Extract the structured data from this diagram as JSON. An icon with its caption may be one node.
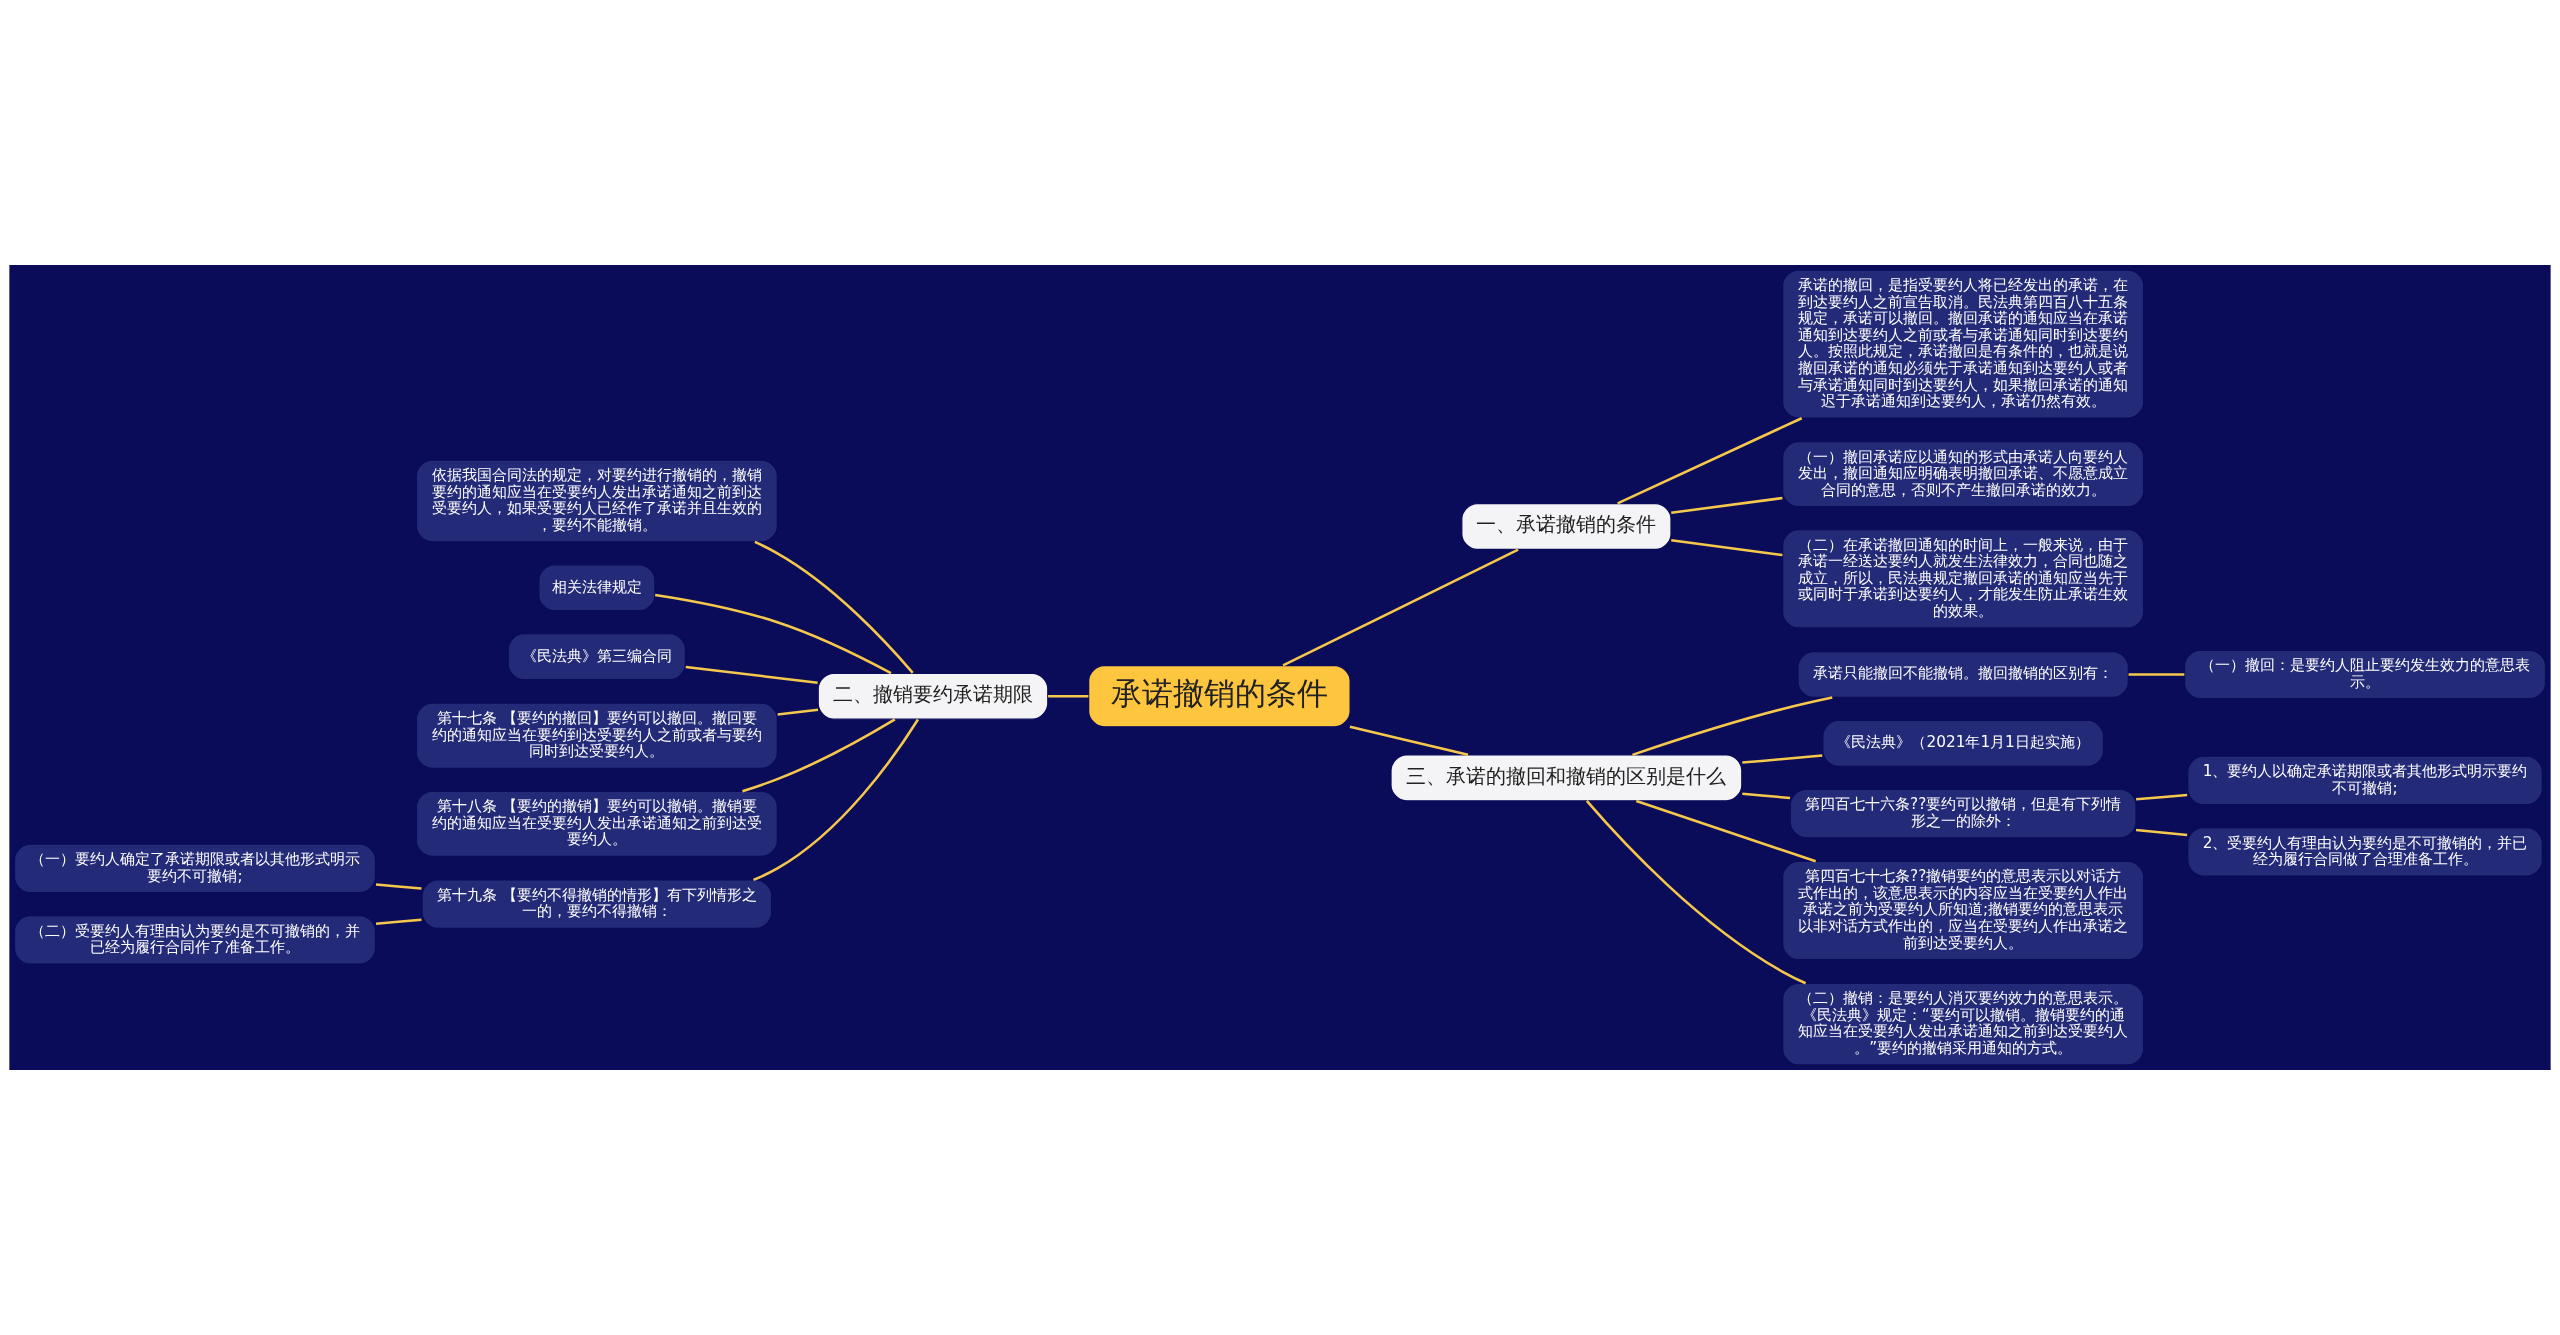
{
  "diagram": {
    "nodes": [
      {
        "text": [
          "承诺撤销的条件"
        ]
      },
      {
        "text": [
          "一、承诺撤销的条件"
        ]
      },
      {
        "text": [
          "承诺的撤回，是指受要约人将已经发出的承诺，在到达要约人之前宣告取消。民法典第四百八十五条规定，承诺可以撤回。撤回承诺的通知应当在承诺通知到达要约人之前或者与承诺通知同时到达要约人。按照此规定，承诺撤回是有条件的，也就是说撤回承诺的通知必须先于承诺通知到达要约人或者与承诺通知同时到达要约人，如果撤回承诺的通知迟于承诺通知到达要约人，承诺仍然有效。"
        ]
      },
      {
        "text": [
          "（一）撤回承诺应以通知的形式由承诺人向要约人发出，撤回通知应明确表明撤回承诺、不愿意成立合同的意思，否则不产生撤回承诺的效力。"
        ]
      },
      {
        "text": [
          "（二）在承诺撤回通知的时间上，一般来说，由于承诺一经送达要约人就发生法律效力，合同也随之成立，所以，民法典规定撤回承诺的通知应当先于或同时于承诺到达要约人，才能发生防止承诺生效的效果。"
        ]
      },
      {
        "text": [
          "二、撤销要约承诺期限"
        ]
      },
      {
        "text": [
          "依据我国合同法的规定，对要约进行撤销的，撤销要约的通知应当在受要约人发出承诺通知之前到达受要约人，如果受要约人已经作了承诺并且生效的，要约不能撤销。"
        ]
      },
      {
        "text": [
          "相关法律规定"
        ]
      },
      {
        "text": [
          "《民法典》第三编合同"
        ]
      },
      {
        "text": [
          "第十七条 【要约的撤回】要约可以撤回。撤回要约的通知应当在要约到达受要约人之前或者与要约同时到达受要约人。"
        ]
      },
      {
        "text": [
          "第十八条 【要约的撤销】要约可以撤销。撤销要约的通知应当在受要约人发出承诺通知之前到达受要约人。"
        ]
      },
      {
        "text": [
          "第十九条 【要约不得撤销的情形】有下列情形之一的，要约不得撤销："
        ]
      },
      {
        "text": [
          "（一）要约人确定了承诺期限或者以其他形式明示要约不可撤销;"
        ]
      },
      {
        "text": [
          "（二）受要约人有理由认为要约是不可撤销的，并已经为履行合同作了准备工作。"
        ]
      },
      {
        "text": [
          "三、承诺的撤回和撤销的区别是什么"
        ]
      },
      {
        "text": [
          "承诺只能撤回不能撤销。撤回撤销的区别有："
        ]
      },
      {
        "text": [
          "（一）撤回：是要约人阻止要约发生效力的意思表示。"
        ]
      },
      {
        "text": [
          "《民法典》（2021年1月1日起实施）"
        ]
      },
      {
        "text": [
          "第四百七十六条??要约可以撤销，但是有下列情形之一的除外："
        ]
      },
      {
        "text": [
          "1、要约人以确定承诺期限或者其他形式明示要约不可撤销;"
        ]
      },
      {
        "text": [
          "2、受要约人有理由认为要约是不可撤销的，并已经为履行合同做了合理准备工作。"
        ]
      },
      {
        "text": [
          "第四百七十七条??撤销要约的意思表示以对话方式作出的，该意思表示的内容应当在受要约人作出承诺之前为受要约人所知道;撤销要约的意思表示以非对话方式作出的，应当在受要约人作出承诺之前到达受要约人。"
        ]
      },
      {
        "text": [
          "（二）撤销：是要约人消灭要约效力的意思表示。《民法典》规定：“要约可以撤销。撤销要约的通知应当在受要约人发出承诺通知之前到达受要约人。”要约的撤销采用通知的方式。"
        ]
      }
    ],
    "edges": [
      {
        "from": 0,
        "to": 1,
        "arrow": "none"
      },
      {
        "from": 1,
        "to": 2,
        "arrow": "none"
      },
      {
        "from": 1,
        "to": 3,
        "arrow": "none"
      },
      {
        "from": 1,
        "to": 4,
        "arrow": "none"
      },
      {
        "from": 0,
        "to": 5,
        "arrow": "none"
      },
      {
        "from": 5,
        "to": 6,
        "arrow": "none"
      },
      {
        "from": 5,
        "to": 7,
        "arrow": "none"
      },
      {
        "from": 5,
        "to": 8,
        "arrow": "none"
      },
      {
        "from": 5,
        "to": 9,
        "arrow": "none"
      },
      {
        "from": 5,
        "to": 10,
        "arrow": "none"
      },
      {
        "from": 5,
        "to": 11,
        "arrow": "none"
      },
      {
        "from": 11,
        "to": 12,
        "arrow": "none"
      },
      {
        "from": 11,
        "to": 13,
        "arrow": "none"
      },
      {
        "from": 0,
        "to": 14,
        "arrow": "none"
      },
      {
        "from": 14,
        "to": 15,
        "arrow": "none"
      },
      {
        "from": 15,
        "to": 16,
        "arrow": "none"
      },
      {
        "from": 14,
        "to": 17,
        "arrow": "none"
      },
      {
        "from": 14,
        "to": 18,
        "arrow": "none"
      },
      {
        "from": 18,
        "to": 19,
        "arrow": "none"
      },
      {
        "from": 18,
        "to": 20,
        "arrow": "none"
      },
      {
        "from": 14,
        "to": 21,
        "arrow": "none"
      },
      {
        "from": 14,
        "to": 22,
        "arrow": "none"
      }
    ]
  }
}
